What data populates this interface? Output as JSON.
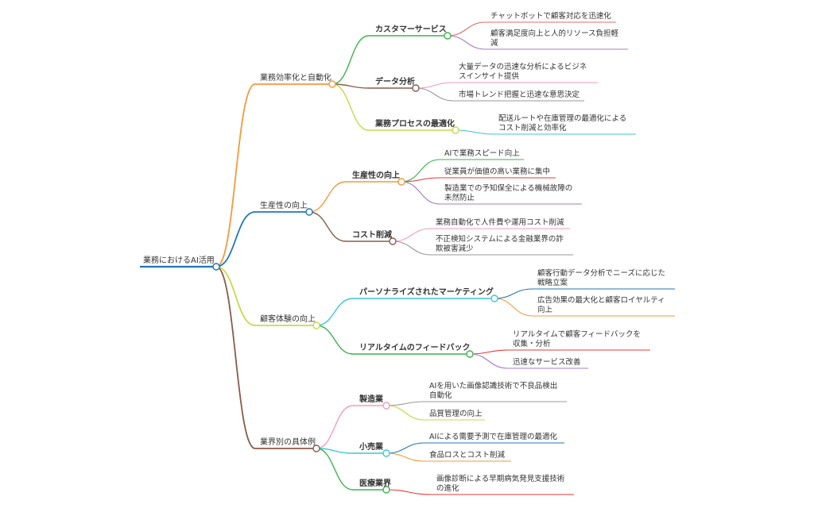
{
  "root": {
    "label": "業務におけるAI活用"
  },
  "branches": [
    {
      "label": "業務効率化と自動化",
      "color": "#f39a3a",
      "children": [
        {
          "label": "カスタマーサービス",
          "color": "#3cb44b",
          "leaves": [
            {
              "lines": [
                "チャットボットで顧客対応を迅速化"
              ],
              "color": "#e06a6a"
            },
            {
              "lines": [
                "顧客満足度向上と人的リソース負担軽",
                "減"
              ],
              "color": "#a97cc8"
            }
          ]
        },
        {
          "label": "データ分析",
          "color": "#8b5a4a",
          "leaves": [
            {
              "lines": [
                "大量データの迅速な分析によるビジネ",
                "スインサイト提供"
              ],
              "color": "#f59bc2"
            },
            {
              "lines": [
                "市場トレンド把握と迅速な意思決定"
              ],
              "color": "#9a9a9a"
            }
          ]
        },
        {
          "label": "業務プロセスの最適化",
          "color": "#c8d94a",
          "leaves": [
            {
              "lines": [
                "配送ルートや在庫管理の最適化による",
                "コスト削減と効率化"
              ],
              "color": "#3cc6d8"
            }
          ]
        }
      ]
    },
    {
      "label": "生産性の向上",
      "color": "#1f77b4",
      "children": [
        {
          "label": "生産性の向上",
          "color": "#f39a3a",
          "leaves": [
            {
              "lines": [
                "AIで業務スピード向上"
              ],
              "color": "#3cb44b"
            },
            {
              "lines": [
                "従業員が価値の高い業務に集中"
              ],
              "color": "#e03a3a"
            },
            {
              "lines": [
                "製造業での予知保全による機械故障の",
                "未然防止"
              ],
              "color": "#a97cc8"
            }
          ]
        },
        {
          "label": "コスト削減",
          "color": "#8b5a4a",
          "leaves": [
            {
              "lines": [
                "業務自動化で人件費や運用コスト削減"
              ],
              "color": "#f59bc2"
            },
            {
              "lines": [
                "不正検知システムによる金融業界の詐",
                "欺被害減少"
              ],
              "color": "#9a9a9a"
            }
          ]
        }
      ]
    },
    {
      "label": "顧客体験の向上",
      "color": "#c8d94a",
      "children": [
        {
          "label": "パーソナライズされたマーケティング",
          "color": "#3cc6d8",
          "leaves": [
            {
              "lines": [
                "顧客行動データ分析でニーズに応じた",
                "戦略立案"
              ],
              "color": "#1f77b4"
            },
            {
              "lines": [
                "広告効果の最大化と顧客ロイヤルティ",
                "向上"
              ],
              "color": "#f39a3a"
            }
          ]
        },
        {
          "label": "リアルタイムのフィードバック",
          "color": "#3cb44b",
          "leaves": [
            {
              "lines": [
                "リアルタイムで顧客フィードバックを",
                "収集・分析"
              ],
              "color": "#e03a3a"
            },
            {
              "lines": [
                "迅速なサービス改善"
              ],
              "color": "#a97cc8"
            }
          ]
        }
      ]
    },
    {
      "label": "業界別の具体例",
      "color": "#8b5a4a",
      "children": [
        {
          "label": "製造業",
          "color": "#f59bc2",
          "leaves": [
            {
              "lines": [
                "AIを用いた画像認識技術で不良品検出",
                "自動化"
              ],
              "color": "#9a9a9a"
            },
            {
              "lines": [
                "品質管理の向上"
              ],
              "color": "#c8d94a"
            }
          ]
        },
        {
          "label": "小売業",
          "color": "#3cc6d8",
          "leaves": [
            {
              "lines": [
                "AIによる需要予測で在庫管理の最適化"
              ],
              "color": "#1f77b4"
            },
            {
              "lines": [
                "食品ロスとコスト削減"
              ],
              "color": "#f39a3a"
            }
          ]
        },
        {
          "label": "医療業界",
          "color": "#3cb44b",
          "leaves": [
            {
              "lines": [
                "画像診断による早期病気発見支援技術",
                "の進化"
              ],
              "color": "#e03a3a"
            }
          ]
        }
      ]
    }
  ]
}
